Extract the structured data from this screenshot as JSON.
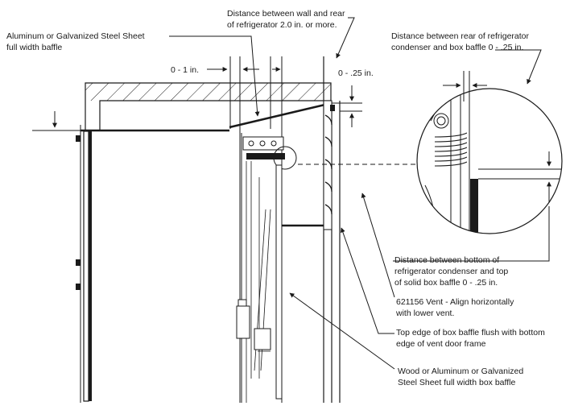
{
  "labels": {
    "wall_distance_1": "Distance between wall and rear",
    "wall_distance_2": "of refrigerator 2.0 in. or more.",
    "baffle_top_1": "Aluminum or Galvanized Steel Sheet",
    "baffle_top_2": "full width baffle",
    "gap_0_1": "0 - 1 in.",
    "gap_025": "0 - .25 in.",
    "condenser_rear_1": "Distance between rear of refrigerator",
    "condenser_rear_2": "condenser and box baffle 0 - .25 in.",
    "condenser_bottom_1": "Distance between bottom of",
    "condenser_bottom_2": "refrigerator condenser and top",
    "condenser_bottom_3": "of solid box baffle 0 - .25 in.",
    "vent_1": "621156 Vent - Align horizontally",
    "vent_2": "with lower vent.",
    "top_edge_1": "Top edge of box baffle flush with bottom",
    "top_edge_2": "edge of vent door frame",
    "box_baffle_1": "Wood or Aluminum or Galvanized",
    "box_baffle_2": "Steel Sheet full width box baffle"
  }
}
